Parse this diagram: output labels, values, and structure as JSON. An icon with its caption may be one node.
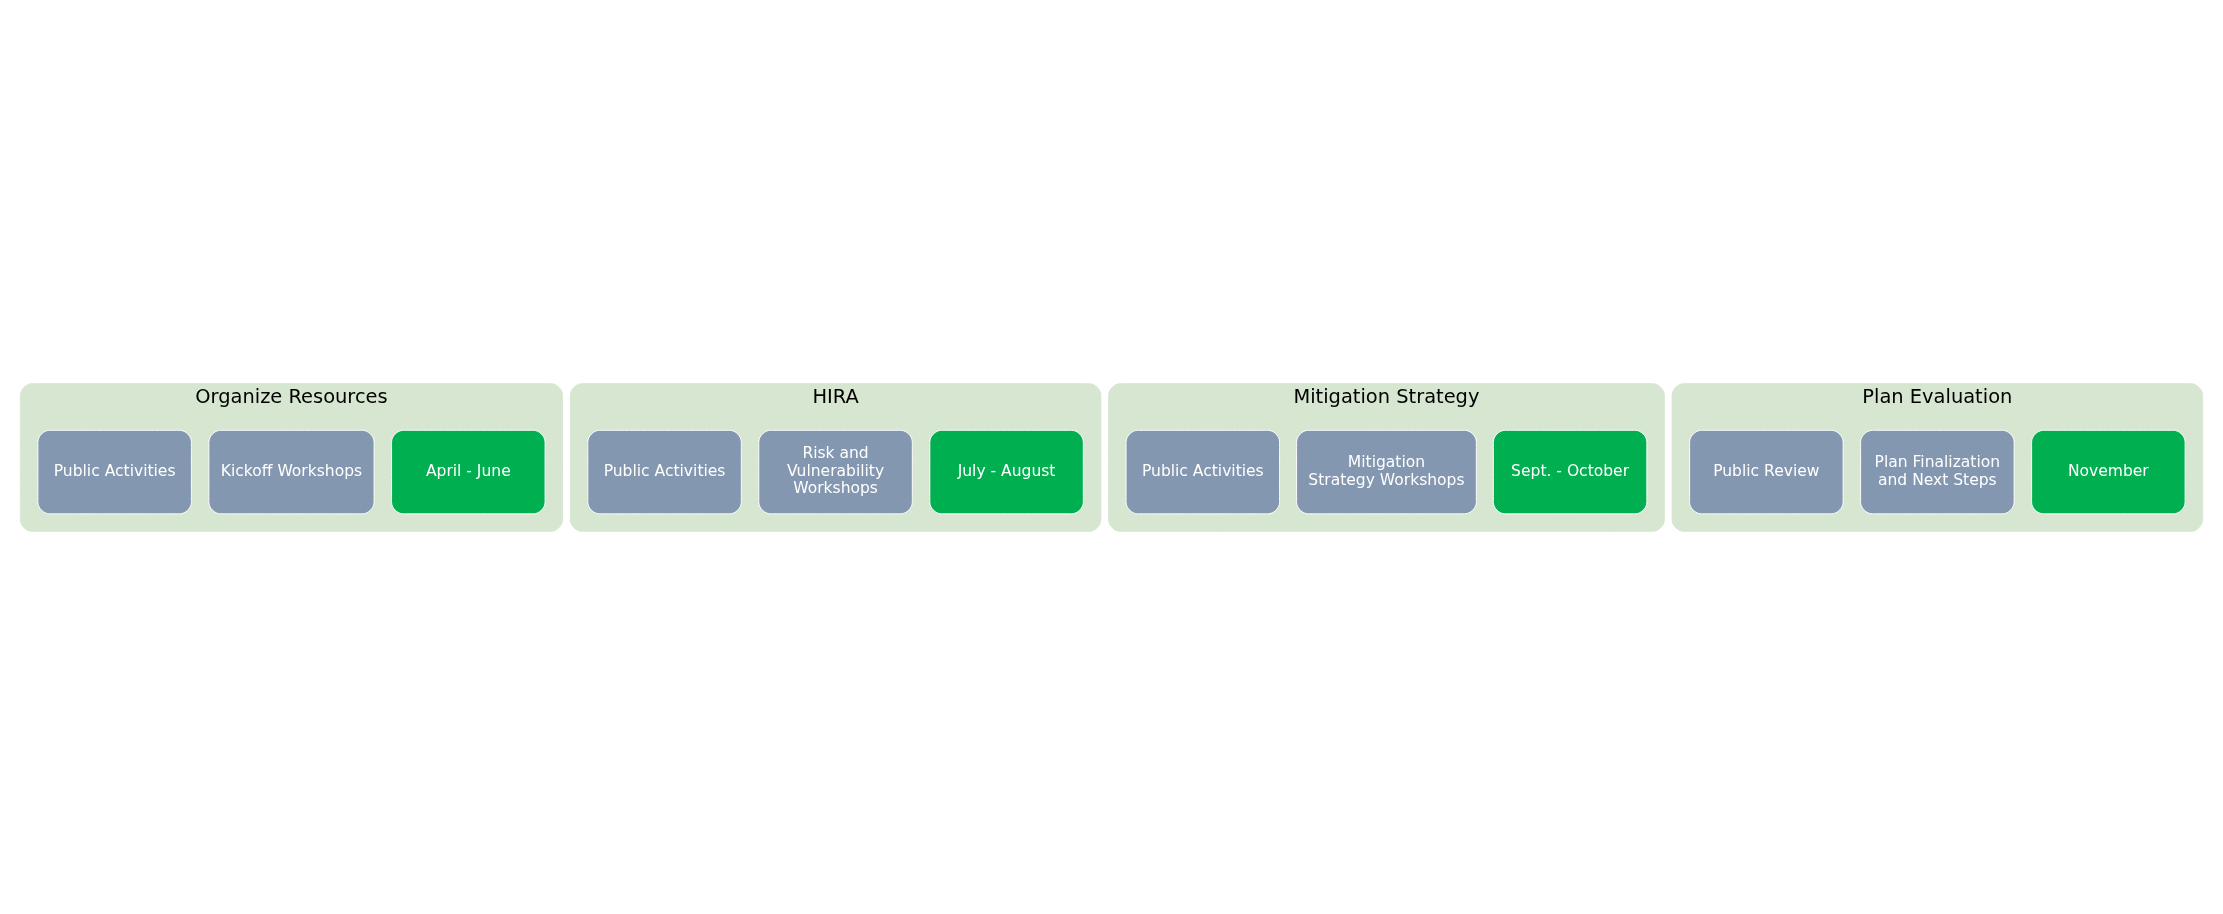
{
  "diagram": {
    "nodes": [
      {
        "text": [
          "Organize Resources"
        ]
      },
      {
        "text": [
          "April - June"
        ],
        "in": 0
      },
      {
        "text": [
          "Kickoff Workshops"
        ],
        "in": 0
      },
      {
        "text": [
          "Public Activities"
        ],
        "in": 0
      },
      {
        "text": [
          "HIRA"
        ]
      },
      {
        "text": [
          "July - August"
        ],
        "in": 4
      },
      {
        "text": [
          "Risk and Vulnerability Workshops"
        ],
        "in": 4
      },
      {
        "text": [
          "Public Activities"
        ],
        "in": 4
      },
      {
        "text": [
          "Mitigation Strategy"
        ]
      },
      {
        "text": [
          "Sept. - October"
        ],
        "in": 8
      },
      {
        "text": [
          "Mitigation Strategy Workshops"
        ],
        "in": 8
      },
      {
        "text": [
          "Public Activities"
        ],
        "in": 8
      },
      {
        "text": [
          "Plan Evaluation"
        ]
      },
      {
        "text": [
          "November"
        ],
        "in": 12
      },
      {
        "text": [
          "Plan Finalization and Next Steps"
        ],
        "in": 12
      },
      {
        "text": [
          "Public Review"
        ],
        "in": 12
      }
    ],
    "edges": []
  }
}
